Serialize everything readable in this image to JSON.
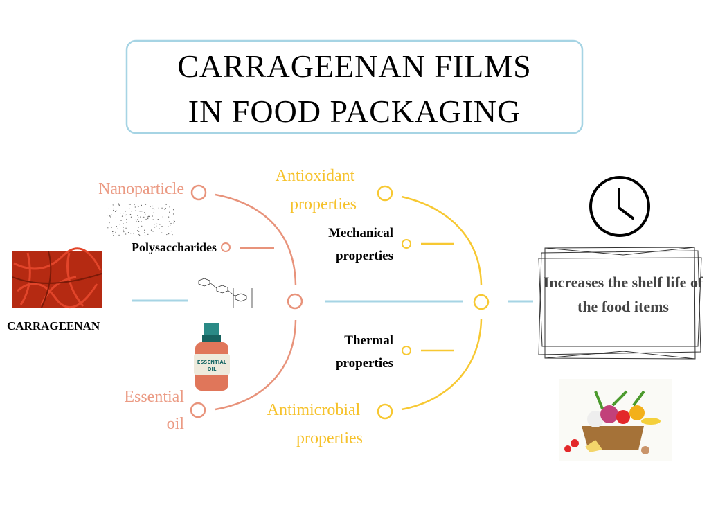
{
  "title": {
    "line1": "CARRAGEENAN FILMS",
    "line2": "IN FOOD PACKAGING"
  },
  "source": {
    "label": "CARRAGEENAN"
  },
  "left_branch": {
    "nanoparticle": "Nanoparticle",
    "polysaccharides": "Polysaccharides",
    "essential_oil": {
      "line1": "Essential",
      "line2": "oil"
    },
    "bottle_label": {
      "line1": "ESSENTIAL",
      "line2": "OIL"
    }
  },
  "right_branch": {
    "antioxidant": {
      "line1": "Antioxidant",
      "line2": "properties"
    },
    "mechanical": {
      "line1": "Mechanical",
      "line2": "properties"
    },
    "thermal": {
      "line1": "Thermal",
      "line2": "properties"
    },
    "antimicrobial": {
      "line1": "Antimicrobial",
      "line2": "properties"
    }
  },
  "outcome": {
    "text": "Increases the shelf life of the food items"
  },
  "icons": [
    "clock-icon",
    "seaweed-image",
    "nanoparticle-image",
    "molecule-image",
    "essential-oil-bottle-image",
    "food-basket-image"
  ],
  "colors": {
    "salmon": "#e8937b",
    "yellow": "#f7c832",
    "blue": "#a6d4e4"
  }
}
